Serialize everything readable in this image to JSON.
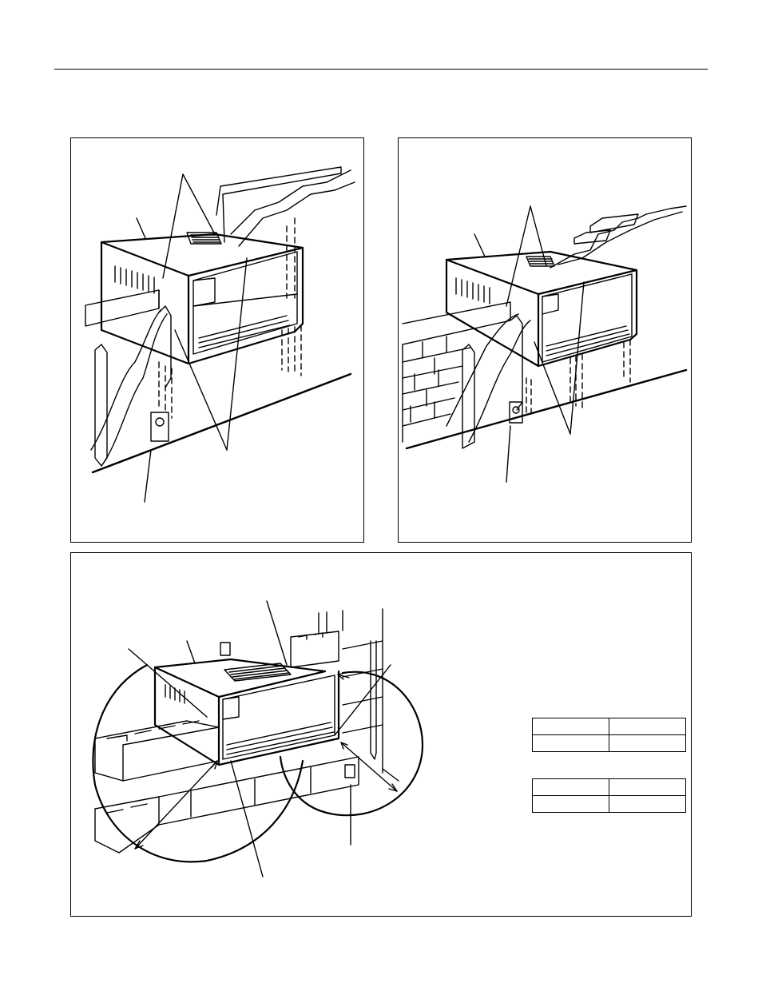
{
  "page": {
    "header_rule": true
  },
  "figures": [
    {
      "id": "frame-wall-installation",
      "labels": []
    },
    {
      "id": "brick-wall-installation",
      "labels": []
    },
    {
      "id": "block-wall-installation",
      "labels": []
    }
  ],
  "tables": [
    {
      "rows": [
        [
          "",
          ""
        ],
        [
          "",
          ""
        ]
      ]
    },
    {
      "rows": [
        [
          "",
          ""
        ],
        [
          "",
          ""
        ]
      ]
    }
  ]
}
